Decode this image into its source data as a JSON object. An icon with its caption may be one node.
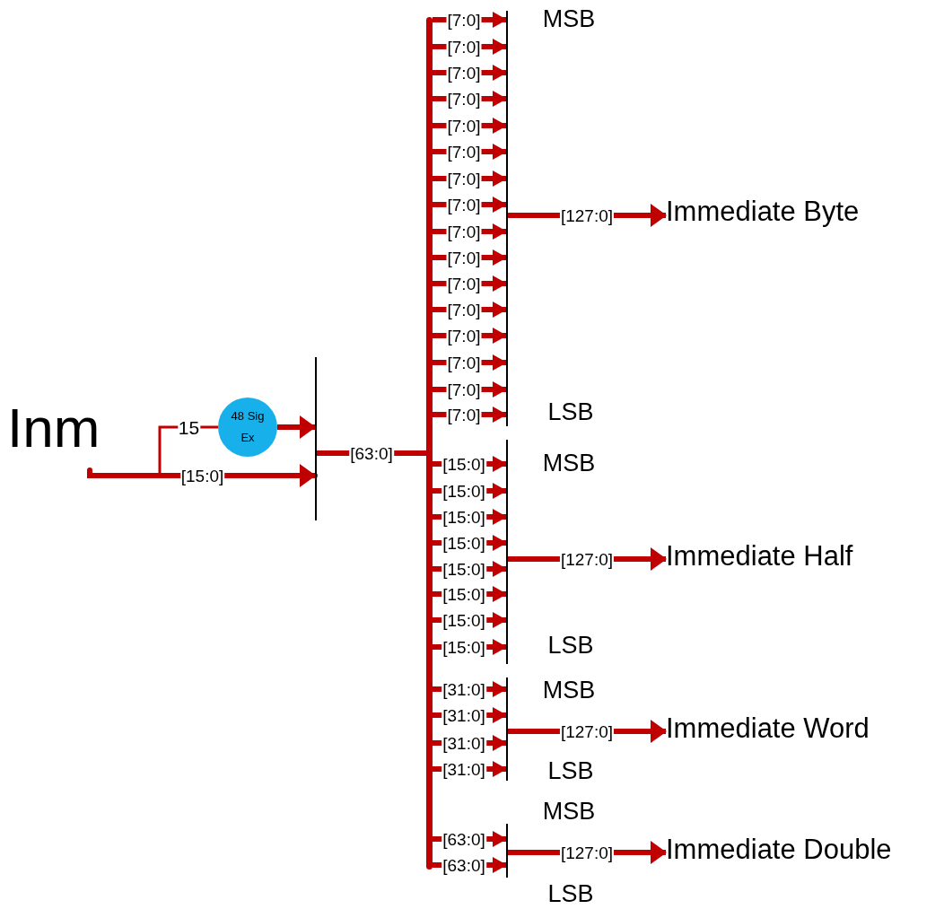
{
  "diagram": {
    "nodes": [
      {
        "text": [
          "Inm"
        ]
      },
      {
        "text": [
          "48 Sig Ex"
        ]
      },
      {
        "text": [],
        "shape": "bar"
      },
      {
        "text": [],
        "shape": "bar"
      },
      {
        "text": [],
        "shape": "bar",
        "beside": [
          "MSB",
          "LSB"
        ]
      },
      {
        "text": [],
        "shape": "bar",
        "beside": [
          "MSB",
          "LSB"
        ]
      },
      {
        "text": [],
        "shape": "bar",
        "beside": [
          "MSB",
          "LSB"
        ]
      },
      {
        "text": [],
        "shape": "bar",
        "beside": [
          "MSB",
          "LSB"
        ]
      },
      {
        "text": [
          "Immediate Byte"
        ]
      },
      {
        "text": [
          "Immediate Half"
        ]
      },
      {
        "text": [
          "Immediate Word"
        ]
      },
      {
        "text": [
          "Immediate Double"
        ]
      }
    ],
    "edges": [
      {
        "from": 0,
        "to": 1,
        "arrow": "none",
        "label": "15"
      },
      {
        "from": 0,
        "to": 2,
        "arrow": "to",
        "label": "[15:0]"
      },
      {
        "from": 1,
        "to": 2,
        "arrow": "to"
      },
      {
        "from": 2,
        "to": 3,
        "arrow": "none",
        "label": "[63:0]"
      },
      {
        "from": 3,
        "to": 4,
        "arrow": "to",
        "label": "[7:0]"
      },
      {
        "from": 3,
        "to": 4,
        "arrow": "to",
        "label": "[7:0]"
      },
      {
        "from": 3,
        "to": 4,
        "arrow": "to",
        "label": "[7:0]"
      },
      {
        "from": 3,
        "to": 4,
        "arrow": "to",
        "label": "[7:0]"
      },
      {
        "from": 3,
        "to": 4,
        "arrow": "to",
        "label": "[7:0]"
      },
      {
        "from": 3,
        "to": 4,
        "arrow": "to",
        "label": "[7:0]"
      },
      {
        "from": 3,
        "to": 4,
        "arrow": "to",
        "label": "[7:0]"
      },
      {
        "from": 3,
        "to": 4,
        "arrow": "to",
        "label": "[7:0]"
      },
      {
        "from": 3,
        "to": 4,
        "arrow": "to",
        "label": "[7:0]"
      },
      {
        "from": 3,
        "to": 4,
        "arrow": "to",
        "label": "[7:0]"
      },
      {
        "from": 3,
        "to": 4,
        "arrow": "to",
        "label": "[7:0]"
      },
      {
        "from": 3,
        "to": 4,
        "arrow": "to",
        "label": "[7:0]"
      },
      {
        "from": 3,
        "to": 4,
        "arrow": "to",
        "label": "[7:0]"
      },
      {
        "from": 3,
        "to": 4,
        "arrow": "to",
        "label": "[7:0]"
      },
      {
        "from": 3,
        "to": 4,
        "arrow": "to",
        "label": "[7:0]"
      },
      {
        "from": 3,
        "to": 4,
        "arrow": "to",
        "label": "[7:0]"
      },
      {
        "from": 3,
        "to": 5,
        "arrow": "to",
        "label": "[15:0]"
      },
      {
        "from": 3,
        "to": 5,
        "arrow": "to",
        "label": "[15:0]"
      },
      {
        "from": 3,
        "to": 5,
        "arrow": "to",
        "label": "[15:0]"
      },
      {
        "from": 3,
        "to": 5,
        "arrow": "to",
        "label": "[15:0]"
      },
      {
        "from": 3,
        "to": 5,
        "arrow": "to",
        "label": "[15:0]"
      },
      {
        "from": 3,
        "to": 5,
        "arrow": "to",
        "label": "[15:0]"
      },
      {
        "from": 3,
        "to": 5,
        "arrow": "to",
        "label": "[15:0]"
      },
      {
        "from": 3,
        "to": 5,
        "arrow": "to",
        "label": "[15:0]"
      },
      {
        "from": 3,
        "to": 6,
        "arrow": "to",
        "label": "[31:0]"
      },
      {
        "from": 3,
        "to": 6,
        "arrow": "to",
        "label": "[31:0]"
      },
      {
        "from": 3,
        "to": 6,
        "arrow": "to",
        "label": "[31:0]"
      },
      {
        "from": 3,
        "to": 6,
        "arrow": "to",
        "label": "[31:0]"
      },
      {
        "from": 3,
        "to": 7,
        "arrow": "to",
        "label": "[63:0]"
      },
      {
        "from": 3,
        "to": 7,
        "arrow": "to",
        "label": "[63:0]"
      },
      {
        "from": 4,
        "to": 8,
        "arrow": "to",
        "label": "[127:0]"
      },
      {
        "from": 5,
        "to": 9,
        "arrow": "to",
        "label": "[127:0]"
      },
      {
        "from": 6,
        "to": 10,
        "arrow": "to",
        "label": "[127:0]"
      },
      {
        "from": 7,
        "to": 11,
        "arrow": "to",
        "label": "[127:0]"
      }
    ]
  }
}
